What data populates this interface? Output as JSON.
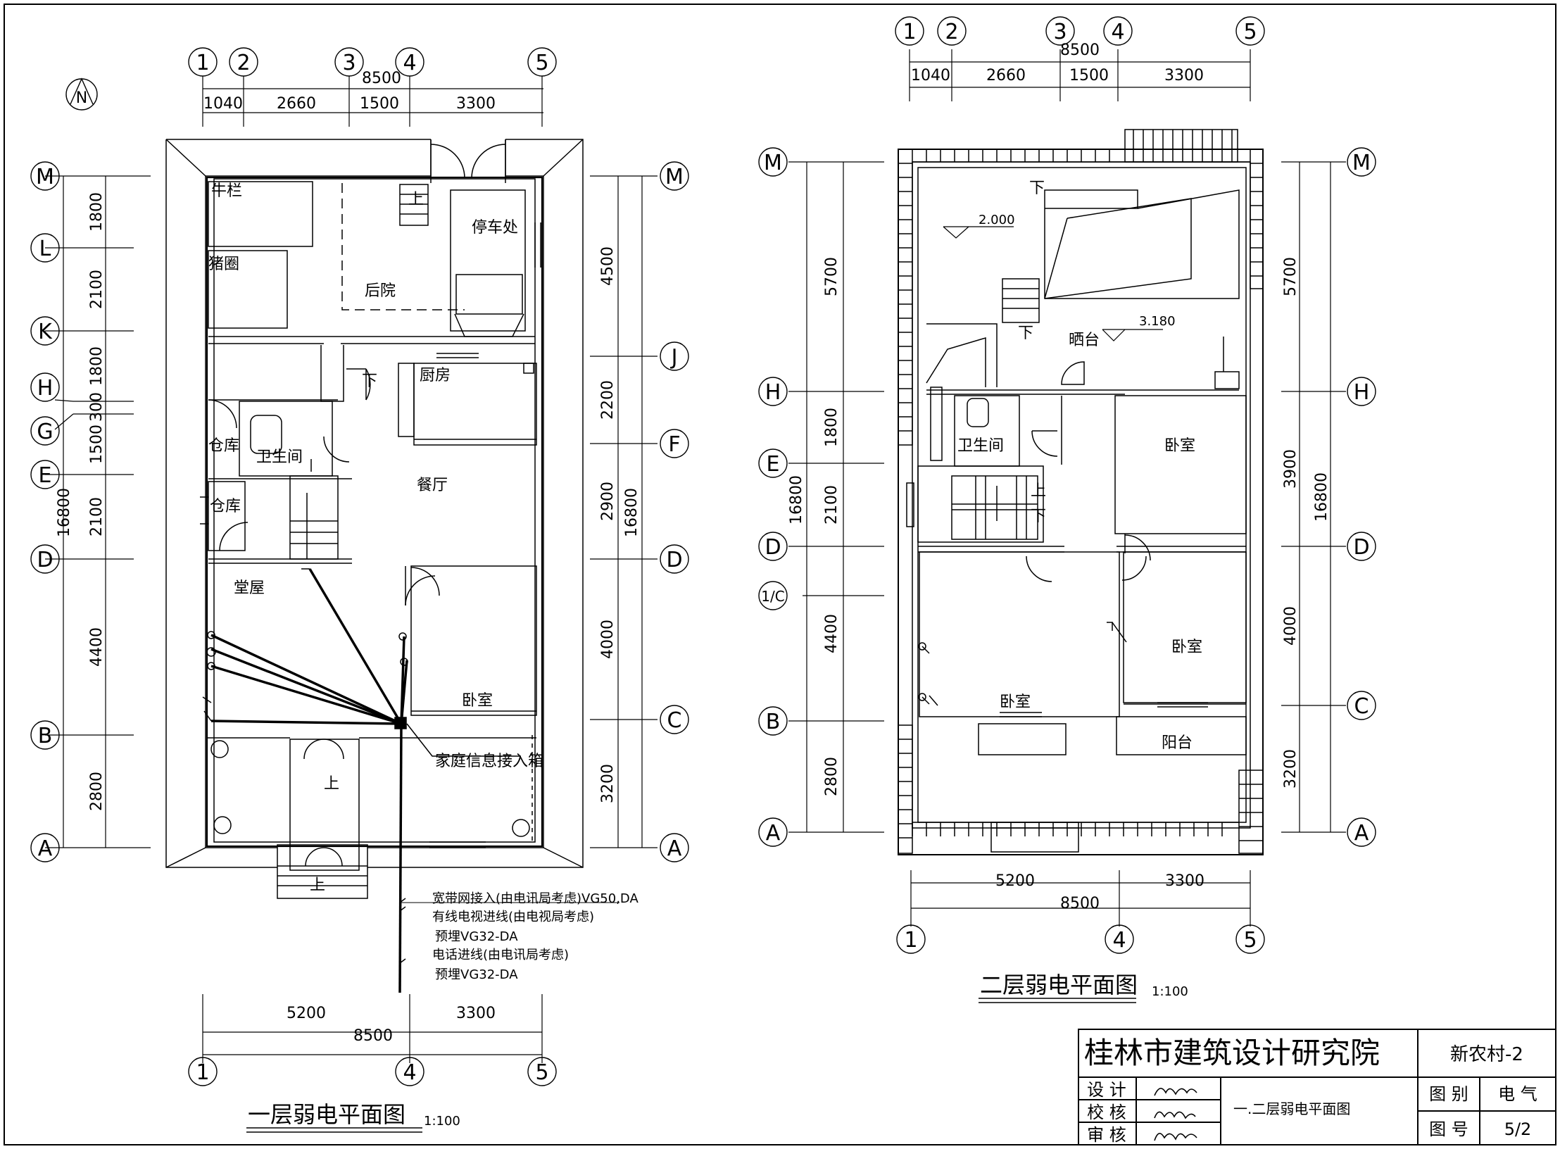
{
  "north_label": "N",
  "plan1": {
    "title": "一层弱电平面图",
    "scale": "1:100",
    "top_axes": [
      "1",
      "2",
      "3",
      "4",
      "5"
    ],
    "top_total": "8500",
    "top_dims": [
      "1040",
      "2660",
      "1500",
      "3300"
    ],
    "bottom_axes": [
      "1",
      "4",
      "5"
    ],
    "bottom_total": "8500",
    "bottom_dims": [
      "5200",
      "3300"
    ],
    "left_axes": [
      "M",
      "L",
      "K",
      "H",
      "G",
      "E",
      "D",
      "B",
      "A"
    ],
    "left_dims": [
      "1800",
      "2100",
      "1800",
      "300",
      "1500",
      "2100",
      "4400",
      "2800"
    ],
    "left_total": "16800",
    "right_axes": [
      "M",
      "J",
      "F",
      "D",
      "C",
      "A"
    ],
    "right_dims": [
      "4500",
      "2200",
      "2900",
      "4000",
      "3200"
    ],
    "right_total": "16800",
    "rooms": [
      "牛栏",
      "猪圈",
      "后院",
      "停车处",
      "厨房",
      "仓库",
      "卫生间",
      "仓库",
      "餐厅",
      "堂屋",
      "卧室"
    ],
    "stair_labels": [
      "上",
      "下",
      "上",
      "上"
    ],
    "box_label": "家庭信息接入箱",
    "notes": [
      "宽带网接入(由电讯局考虑)VG50,DA",
      "有线电视进线(由电视局考虑)",
      "预埋VG32-DA",
      "电话进线(由电讯局考虑)",
      "预埋VG32-DA"
    ]
  },
  "plan2": {
    "title": "二层弱电平面图",
    "scale": "1:100",
    "top_axes": [
      "1",
      "2",
      "3",
      "4",
      "5"
    ],
    "top_total": "8500",
    "top_dims": [
      "1040",
      "2660",
      "1500",
      "3300"
    ],
    "bottom_axes": [
      "1",
      "4",
      "5"
    ],
    "bottom_total": "8500",
    "bottom_dims": [
      "5200",
      "3300"
    ],
    "left_axes": [
      "M",
      "H",
      "E",
      "D",
      "1/C",
      "B",
      "A"
    ],
    "left_dims": [
      "5700",
      "1800",
      "2100",
      "4400",
      "2800"
    ],
    "left_total": "16800",
    "right_axes": [
      "M",
      "H",
      "D",
      "C",
      "A"
    ],
    "right_dims": [
      "5700",
      "3900",
      "4000",
      "3200"
    ],
    "right_total": "16800",
    "elevations": [
      "2.000",
      "3.180"
    ],
    "rooms": [
      "晒台",
      "卫生间",
      "卧室",
      "卧室",
      "卧室",
      "阳台"
    ],
    "stair_labels": [
      "下",
      "下",
      "上",
      "下"
    ]
  },
  "title_block": {
    "institute": "桂林市建筑设计研究院",
    "project": "新农村-2",
    "design_label": "设 计",
    "check_label": "校 核",
    "review_label": "审 核",
    "drawing_name": "一.二层弱电平面图",
    "category_label": "图 别",
    "category_value": "电 气",
    "number_label": "图 号",
    "number_value": "5/2"
  }
}
